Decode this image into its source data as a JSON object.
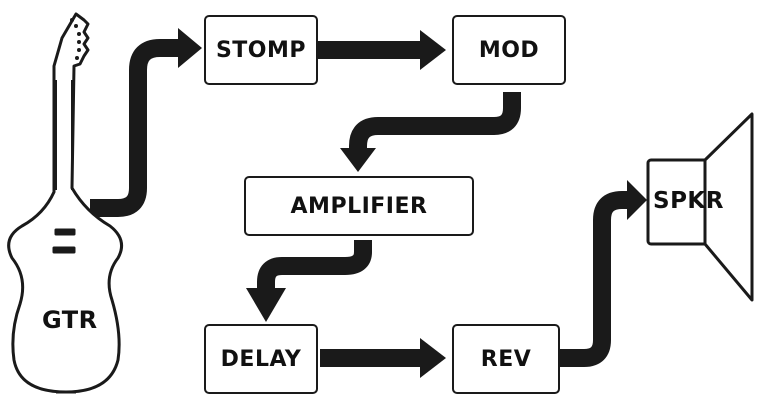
{
  "colors": {
    "stroke": "#1a1a1a",
    "fill": "#ffffff",
    "text": "#111111"
  },
  "icons": {
    "source": "electric-guitar-icon",
    "output": "speaker-icon"
  },
  "nodes": {
    "guitar": "GTR",
    "stomp": "STOMP",
    "mod": "MOD",
    "amplifier": "AMPLIFIER",
    "delay": "DELAY",
    "rev": "REV",
    "speaker": "SPKR"
  },
  "flow": [
    [
      "GTR",
      "STOMP"
    ],
    [
      "STOMP",
      "MOD"
    ],
    [
      "MOD",
      "AMPLIFIER"
    ],
    [
      "AMPLIFIER",
      "DELAY"
    ],
    [
      "DELAY",
      "REV"
    ],
    [
      "REV",
      "SPKR"
    ]
  ]
}
